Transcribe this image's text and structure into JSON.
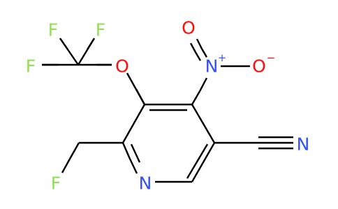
{
  "molecule": {
    "colors": {
      "carbon_bond": "#000000",
      "fluorine": "#90E050",
      "oxygen": "#FF0D0D",
      "nitrogen": "#3050F8"
    },
    "atoms": {
      "f_cf3_top_left": "F",
      "f_cf3_top_right": "F",
      "f_cf3_left": "F",
      "o_ether": "O",
      "n_nitro": "N",
      "nitro_n_charge": "+",
      "o_nitro": "O",
      "nitro_o_charge": "−",
      "n_nitrile": "N",
      "n_ring": "N",
      "f_fluoromethyl": "F"
    }
  }
}
